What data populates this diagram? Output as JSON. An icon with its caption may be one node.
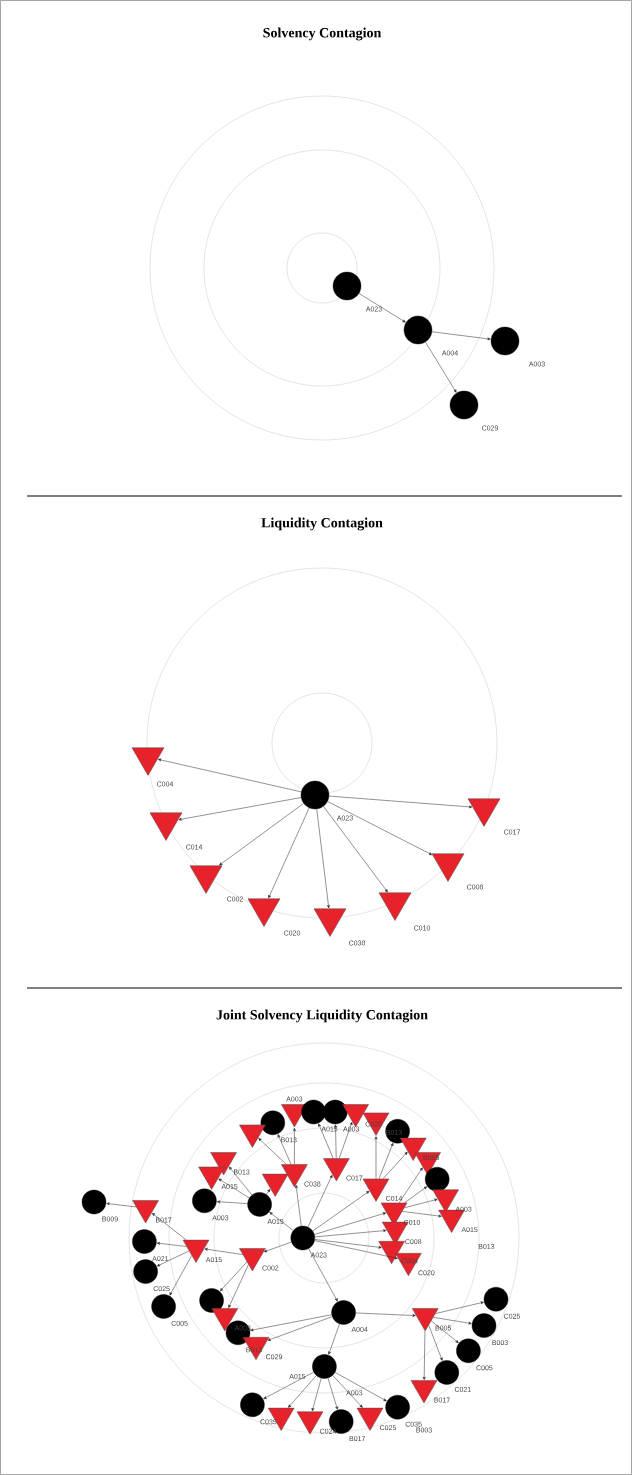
{
  "diagram": {
    "nodes": [
      {
        "text": [],
        "shape": "circle",
        "beside": [
          "A023"
        ]
      },
      {
        "text": [],
        "shape": "circle",
        "beside": [
          "A004"
        ]
      },
      {
        "text": [],
        "shape": "circle",
        "beside": [
          "A003"
        ]
      },
      {
        "text": [],
        "shape": "circle",
        "beside": [
          "C029"
        ]
      },
      {
        "text": [],
        "shape": "circle",
        "beside": [
          "A023"
        ]
      },
      {
        "text": [],
        "shape": "triangle",
        "beside": [
          "C004"
        ]
      },
      {
        "text": [],
        "shape": "triangle",
        "beside": [
          "C014"
        ]
      },
      {
        "text": [],
        "shape": "triangle",
        "beside": [
          "C002"
        ]
      },
      {
        "text": [],
        "shape": "triangle",
        "beside": [
          "C020"
        ]
      },
      {
        "text": [],
        "shape": "triangle",
        "beside": [
          "C038"
        ]
      },
      {
        "text": [],
        "shape": "triangle",
        "beside": [
          "C010"
        ]
      },
      {
        "text": [],
        "shape": "triangle",
        "beside": [
          "C008"
        ]
      },
      {
        "text": [],
        "shape": "triangle",
        "beside": [
          "C017"
        ]
      },
      {
        "text": [],
        "shape": "circle",
        "beside": [
          "A023"
        ]
      },
      {
        "text": [],
        "shape": "triangle",
        "beside": [
          "C038"
        ]
      },
      {
        "text": [],
        "shape": "triangle",
        "beside": [
          "C017"
        ]
      },
      {
        "text": [],
        "shape": "triangle",
        "beside": [
          "C014"
        ]
      },
      {
        "text": [],
        "shape": "triangle",
        "beside": [
          "C010"
        ]
      },
      {
        "text": [],
        "shape": "triangle",
        "beside": [
          "C008"
        ]
      },
      {
        "text": [],
        "shape": "triangle",
        "beside": [
          "C004"
        ]
      },
      {
        "text": [],
        "shape": "triangle",
        "beside": [
          "C020"
        ]
      },
      {
        "text": [],
        "shape": "triangle",
        "beside": [
          "C002"
        ]
      },
      {
        "text": [],
        "shape": "circle",
        "beside": [
          "A015"
        ]
      },
      {
        "text": [],
        "shape": "circle",
        "beside": [
          "A004"
        ]
      },
      {
        "text": [],
        "shape": "circle",
        "beside": [
          "B013"
        ]
      },
      {
        "text": [],
        "shape": "triangle",
        "beside": [
          "A003"
        ]
      },
      {
        "text": [],
        "shape": "circle",
        "beside": [
          "A015"
        ]
      },
      {
        "text": [],
        "shape": "circle",
        "beside": [
          "A003"
        ]
      },
      {
        "text": [],
        "shape": "triangle",
        "beside": [
          "C025"
        ]
      },
      {
        "text": [],
        "shape": "triangle",
        "beside": [
          "B013"
        ]
      },
      {
        "text": [],
        "shape": "circle"
      },
      {
        "text": [],
        "shape": "triangle",
        "beside": [
          "B005"
        ]
      },
      {
        "text": [],
        "shape": "triangle"
      },
      {
        "text": [],
        "shape": "circle"
      },
      {
        "text": [],
        "shape": "triangle",
        "beside": [
          "A003"
        ]
      },
      {
        "text": [],
        "shape": "triangle",
        "beside": [
          "A015"
        ]
      },
      {
        "text": [],
        "shape": "triangle"
      },
      {
        "text": [],
        "shape": "triangle",
        "beside": [
          "B013"
        ]
      },
      {
        "text": [],
        "shape": "triangle",
        "beside": [
          "A015"
        ]
      },
      {
        "text": [],
        "shape": "circle",
        "beside": [
          "A003"
        ]
      },
      {
        "text": [],
        "shape": "triangle"
      },
      {
        "text": [],
        "shape": "triangle",
        "beside": [
          "A015"
        ]
      },
      {
        "text": [],
        "shape": "circle"
      },
      {
        "text": [],
        "shape": "triangle",
        "beside": [
          "A003"
        ]
      },
      {
        "text": [],
        "shape": "circle",
        "beside": [
          "B013"
        ]
      },
      {
        "text": [],
        "shape": "triangle",
        "beside": [
          "C029"
        ]
      },
      {
        "text": [],
        "shape": "triangle",
        "beside": [
          "B017"
        ]
      },
      {
        "text": [],
        "shape": "circle",
        "beside": [
          "A021"
        ]
      },
      {
        "text": [],
        "shape": "circle",
        "beside": [
          "C025"
        ]
      },
      {
        "text": [],
        "shape": "circle",
        "beside": [
          "C005"
        ]
      },
      {
        "text": [],
        "shape": "circle",
        "beside": [
          "B009"
        ]
      },
      {
        "text": [],
        "shape": "circle",
        "beside": [
          "A015"
        ]
      },
      {
        "text": [],
        "shape": "triangle",
        "beside": [
          "B005"
        ]
      },
      {
        "text": [],
        "shape": "circle",
        "beside": [
          "C025"
        ]
      },
      {
        "text": [],
        "shape": "circle",
        "beside": [
          "B003"
        ]
      },
      {
        "text": [],
        "shape": "circle",
        "beside": [
          "C005"
        ]
      },
      {
        "text": [],
        "shape": "circle",
        "beside": [
          "C021"
        ]
      },
      {
        "text": [],
        "shape": "triangle",
        "beside": [
          "B017"
        ]
      },
      {
        "text": [],
        "shape": "circle",
        "beside": [
          "C035"
        ]
      },
      {
        "text": [],
        "shape": "triangle"
      },
      {
        "text": [],
        "shape": "triangle",
        "beside": [
          "C024"
        ]
      },
      {
        "text": [],
        "shape": "circle",
        "beside": [
          "B017"
        ]
      },
      {
        "text": [],
        "shape": "triangle",
        "beside": [
          "C025"
        ]
      },
      {
        "text": [],
        "shape": "circle",
        "beside": [
          "C035"
        ]
      }
    ],
    "edges": [
      {
        "from": 0,
        "to": 1,
        "arrow": "to"
      },
      {
        "from": 1,
        "to": 2,
        "arrow": "to"
      },
      {
        "from": 1,
        "to": 3,
        "arrow": "to"
      },
      {
        "from": 4,
        "to": 5,
        "arrow": "to"
      },
      {
        "from": 4,
        "to": 6,
        "arrow": "to"
      },
      {
        "from": 4,
        "to": 7,
        "arrow": "to"
      },
      {
        "from": 4,
        "to": 8,
        "arrow": "to"
      },
      {
        "from": 4,
        "to": 9,
        "arrow": "to"
      },
      {
        "from": 4,
        "to": 10,
        "arrow": "to"
      },
      {
        "from": 4,
        "to": 11,
        "arrow": "to"
      },
      {
        "from": 4,
        "to": 12,
        "arrow": "to"
      },
      {
        "from": 13,
        "to": 14,
        "arrow": "to"
      },
      {
        "from": 13,
        "to": 15,
        "arrow": "to"
      },
      {
        "from": 13,
        "to": 16,
        "arrow": "to"
      },
      {
        "from": 13,
        "to": 17,
        "arrow": "to"
      },
      {
        "from": 13,
        "to": 18,
        "arrow": "to"
      },
      {
        "from": 13,
        "to": 19,
        "arrow": "to"
      },
      {
        "from": 13,
        "to": 20,
        "arrow": "to"
      },
      {
        "from": 13,
        "to": 21,
        "arrow": "to"
      },
      {
        "from": 13,
        "to": 22,
        "arrow": "to"
      },
      {
        "from": 13,
        "to": 23,
        "arrow": "to"
      },
      {
        "from": 14,
        "to": 36,
        "arrow": "to"
      },
      {
        "from": 14,
        "to": 24,
        "arrow": "to"
      },
      {
        "from": 14,
        "to": 25,
        "arrow": "to"
      },
      {
        "from": 15,
        "to": 26,
        "arrow": "to"
      },
      {
        "from": 15,
        "to": 27,
        "arrow": "to"
      },
      {
        "from": 15,
        "to": 28,
        "arrow": "to"
      },
      {
        "from": 16,
        "to": 29,
        "arrow": "to"
      },
      {
        "from": 16,
        "to": 30,
        "arrow": "to"
      },
      {
        "from": 16,
        "to": 31,
        "arrow": "to"
      },
      {
        "from": 17,
        "to": 32,
        "arrow": "to"
      },
      {
        "from": 17,
        "to": 33,
        "arrow": "to"
      },
      {
        "from": 17,
        "to": 34,
        "arrow": "to"
      },
      {
        "from": 17,
        "to": 35,
        "arrow": "to"
      },
      {
        "from": 22,
        "to": 37,
        "arrow": "to"
      },
      {
        "from": 22,
        "to": 38,
        "arrow": "to"
      },
      {
        "from": 22,
        "to": 39,
        "arrow": "to"
      },
      {
        "from": 22,
        "to": 40,
        "arrow": "to"
      },
      {
        "from": 21,
        "to": 41,
        "arrow": "to"
      },
      {
        "from": 21,
        "to": 42,
        "arrow": "to"
      },
      {
        "from": 21,
        "to": 43,
        "arrow": "to"
      },
      {
        "from": 41,
        "to": 46,
        "arrow": "to"
      },
      {
        "from": 41,
        "to": 47,
        "arrow": "to"
      },
      {
        "from": 41,
        "to": 48,
        "arrow": "to"
      },
      {
        "from": 41,
        "to": 49,
        "arrow": "to"
      },
      {
        "from": 46,
        "to": 50,
        "arrow": "to"
      },
      {
        "from": 23,
        "to": 44,
        "arrow": "to"
      },
      {
        "from": 23,
        "to": 45,
        "arrow": "to"
      },
      {
        "from": 23,
        "to": 51,
        "arrow": "to"
      },
      {
        "from": 23,
        "to": 52,
        "arrow": "to"
      },
      {
        "from": 52,
        "to": 53,
        "arrow": "to"
      },
      {
        "from": 52,
        "to": 54,
        "arrow": "to"
      },
      {
        "from": 52,
        "to": 55,
        "arrow": "to"
      },
      {
        "from": 52,
        "to": 56,
        "arrow": "to"
      },
      {
        "from": 52,
        "to": 57,
        "arrow": "to"
      },
      {
        "from": 51,
        "to": 58,
        "arrow": "to"
      },
      {
        "from": 51,
        "to": 59,
        "arrow": "to"
      },
      {
        "from": 51,
        "to": 60,
        "arrow": "to"
      },
      {
        "from": 51,
        "to": 61,
        "arrow": "to"
      },
      {
        "from": 51,
        "to": 62,
        "arrow": "to"
      },
      {
        "from": 51,
        "to": 63,
        "arrow": "to"
      }
    ],
    "labels": [
      "Solvency Contagion",
      "Liquidity Contagion",
      "Joint Solvency Liquidity Contagion",
      "A003",
      "B003",
      "B013"
    ]
  }
}
